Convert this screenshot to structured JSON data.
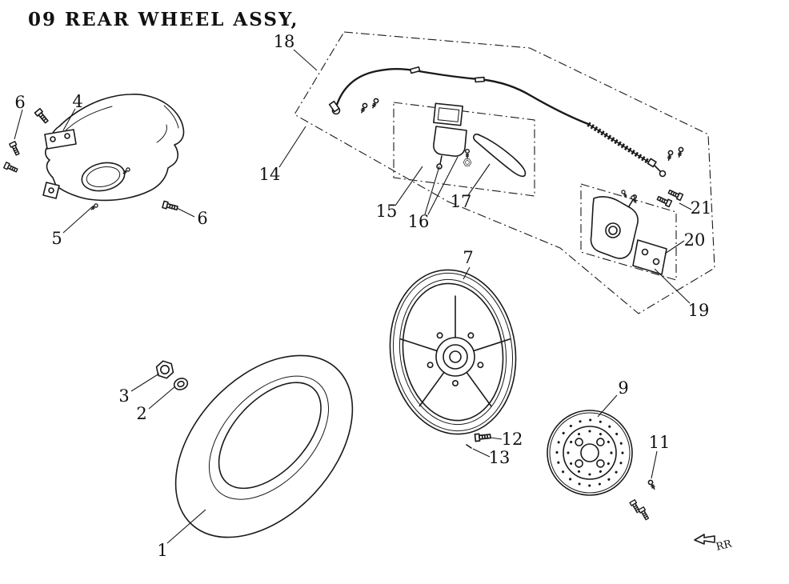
{
  "title": "09  REAR WHEEL ASSY,",
  "direction_indicator": "RR",
  "colors": {
    "ink": "#1a1a1a",
    "background": "#ffffff"
  },
  "callouts": [
    {
      "label": "1"
    },
    {
      "label": "2"
    },
    {
      "label": "3"
    },
    {
      "label": "4"
    },
    {
      "label": "5"
    },
    {
      "label": "6"
    },
    {
      "label": "6"
    },
    {
      "label": "7"
    },
    {
      "label": "9"
    },
    {
      "label": "11"
    },
    {
      "label": "12"
    },
    {
      "label": "13"
    },
    {
      "label": "14"
    },
    {
      "label": "15"
    },
    {
      "label": "16"
    },
    {
      "label": "17"
    },
    {
      "label": "18"
    },
    {
      "label": "19"
    },
    {
      "label": "20"
    },
    {
      "label": "21"
    }
  ]
}
